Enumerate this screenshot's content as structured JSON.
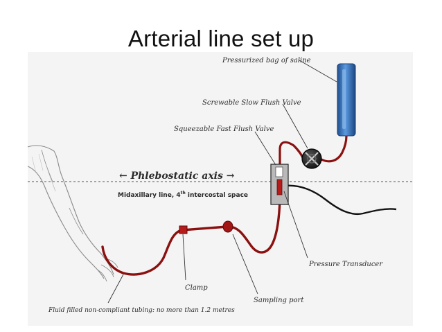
{
  "slide": {
    "title": "Arterial line set up"
  },
  "diagram": {
    "labels": {
      "pressurized_bag": "Pressurized bag of saline",
      "slow_flush_valve": "Screwable Slow Flush Valve",
      "fast_flush_valve": "Squeezable Fast Flush Valve",
      "phlebostatic_axis": "← Phlebostatic axis →",
      "axis_note_main": "Midaxillary line, 4",
      "axis_note_sup": "th",
      "axis_note_rest": " intercostal space",
      "pressure_transducer": "Pressure Transducer",
      "clamp": "Clamp",
      "sampling_port": "Sampling port",
      "tubing": "Fluid filled non-compliant tubing: no more than 1.2 metres"
    },
    "colors": {
      "tubing": "#8b1010",
      "bag": "#2f6fb8",
      "axis_line": "#555555",
      "cable": "#111111"
    }
  }
}
